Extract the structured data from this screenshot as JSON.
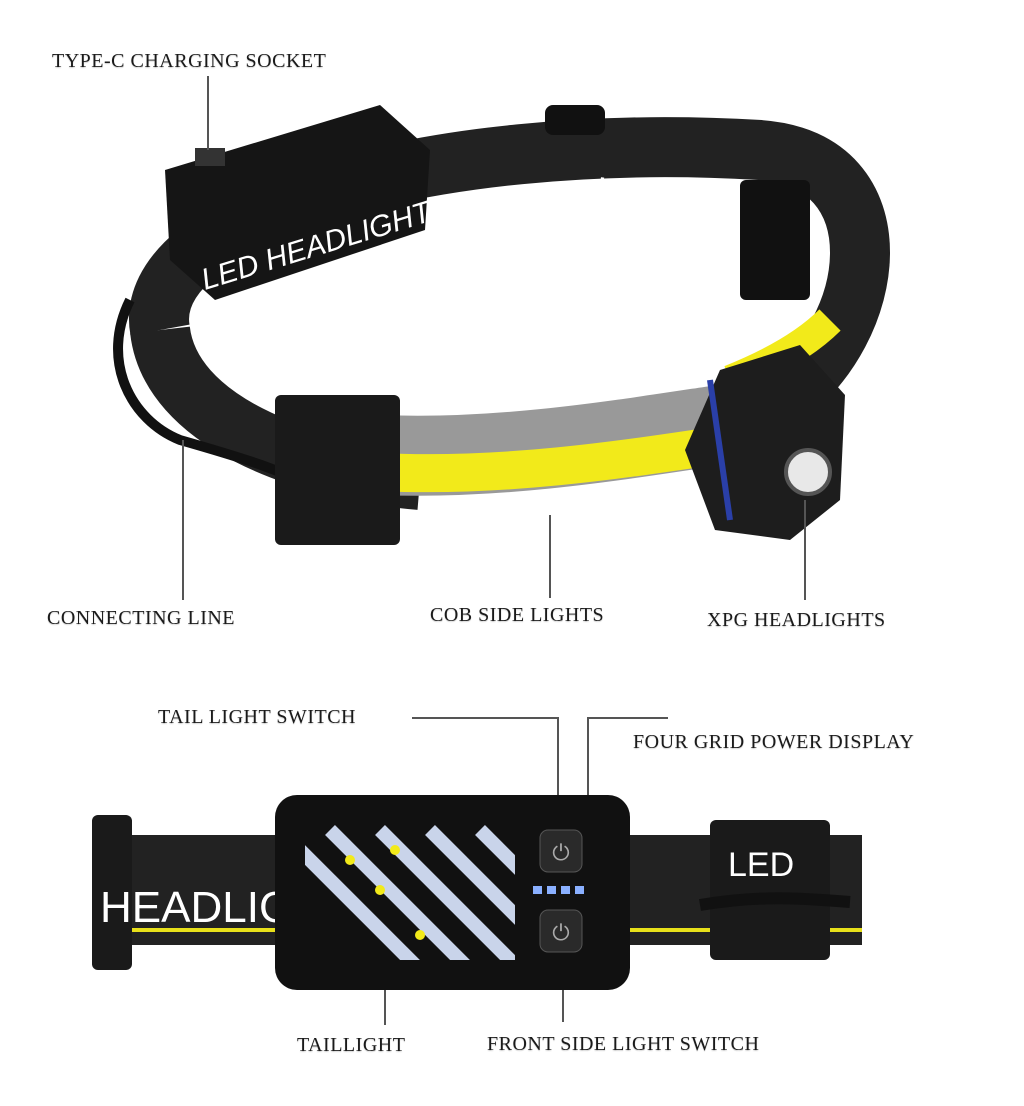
{
  "labels": {
    "type_c": "TYPE-C CHARGING SOCKET",
    "connecting_line": "CONNECTING LINE",
    "cob_side_lights": "COB SIDE LIGHTS",
    "xpg_headlights": "XPG HEADLIGHTS",
    "tail_light_switch": "TAIL LIGHT SWITCH",
    "four_grid_power_display": "FOUR GRID POWER DISPLAY",
    "taillight": "TAILLIGHT",
    "front_side_light_switch": "FRONT SIDE LIGHT SWITCH"
  },
  "product_print": {
    "band_text_1": "LED HEADLIGHT",
    "band_text_2": "LED HEA",
    "band_text_3": "HEADLIG",
    "band_text_4": "LED"
  },
  "colors": {
    "band": "#1c1c1c",
    "cob_yellow": "#f2ea1a",
    "accent_blue": "#2a3fa8",
    "leader_line": "#555555"
  }
}
